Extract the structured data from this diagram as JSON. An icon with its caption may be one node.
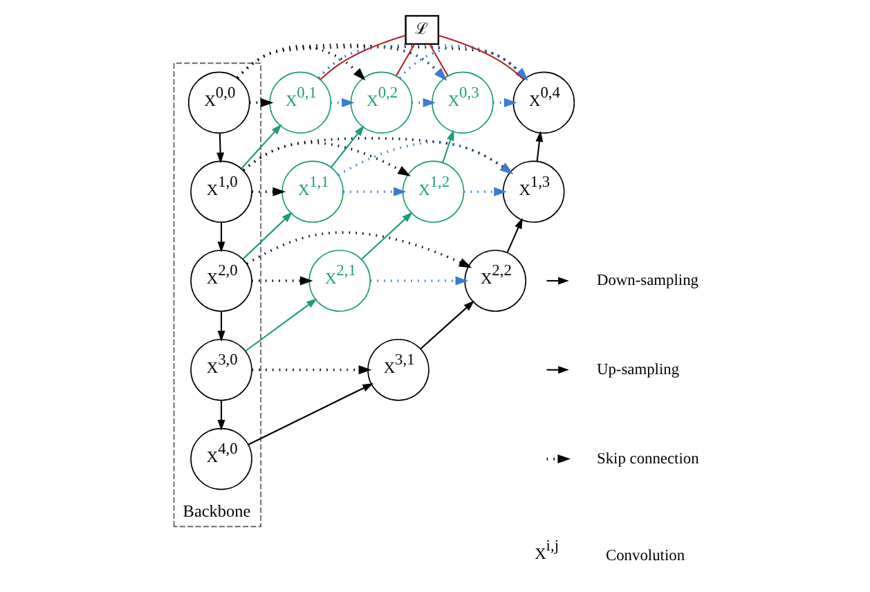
{
  "diagram": {
    "nodes": [
      {
        "text": [
          "Backbone"
        ]
      },
      {
        "text": [
          "X$^{0,0}$"
        ],
        "in": 0
      },
      {
        "text": [
          "X$^{1,0}$"
        ],
        "in": 0
      },
      {
        "text": [
          "X$^{2,0}$"
        ],
        "in": 0
      },
      {
        "text": [
          "X$^{3,0}$"
        ],
        "in": 0
      },
      {
        "text": [
          "X$^{4,0}$"
        ],
        "in": 0
      },
      {
        "text": [
          "X$^{0,1}$"
        ]
      },
      {
        "text": [
          "X$^{1,1}$"
        ]
      },
      {
        "text": [
          "X$^{2,1}$"
        ]
      },
      {
        "text": [
          "X$^{3,1}$"
        ]
      },
      {
        "text": [
          "X$^{0,2}$"
        ]
      },
      {
        "text": [
          "X$^{1,2}$"
        ]
      },
      {
        "text": [
          "X$^{2,2}$"
        ]
      },
      {
        "text": [
          "X$^{0,3}$"
        ]
      },
      {
        "text": [
          "X$^{1,3}$"
        ]
      },
      {
        "text": [
          "X$^{0,4}$"
        ]
      },
      {
        "text": [
          "ℒ"
        ]
      }
    ],
    "edges": [
      {
        "from": 1,
        "to": 2,
        "arrow": "to"
      },
      {
        "from": 2,
        "to": 3,
        "arrow": "to"
      },
      {
        "from": 3,
        "to": 4,
        "arrow": "to"
      },
      {
        "from": 4,
        "to": 5,
        "arrow": "to"
      },
      {
        "from": 2,
        "to": 6,
        "arrow": "to",
        "color": "#1f9e6e"
      },
      {
        "from": 3,
        "to": 7,
        "arrow": "to",
        "color": "#1f9e6e"
      },
      {
        "from": 4,
        "to": 8,
        "arrow": "to",
        "color": "#1f9e6e"
      },
      {
        "from": 5,
        "to": 9,
        "arrow": "to"
      },
      {
        "from": 7,
        "to": 10,
        "arrow": "to",
        "color": "#1f9e6e"
      },
      {
        "from": 8,
        "to": 11,
        "arrow": "to",
        "color": "#1f9e6e"
      },
      {
        "from": 9,
        "to": 12,
        "arrow": "to"
      },
      {
        "from": 11,
        "to": 13,
        "arrow": "to",
        "color": "#1f9e6e"
      },
      {
        "from": 12,
        "to": 14,
        "arrow": "to"
      },
      {
        "from": 14,
        "to": 15,
        "arrow": "to"
      },
      {
        "from": 1,
        "to": 6,
        "arrow": "to",
        "style": "dashed"
      },
      {
        "from": 1,
        "to": 10,
        "arrow": "to",
        "style": "dashed"
      },
      {
        "from": 1,
        "to": 13,
        "arrow": "to",
        "style": "dashed"
      },
      {
        "from": 1,
        "to": 15,
        "arrow": "to",
        "style": "dashed"
      },
      {
        "from": 6,
        "to": 10,
        "arrow": "to",
        "style": "dashed",
        "color": "#3a7bd5"
      },
      {
        "from": 6,
        "to": 13,
        "arrow": "to",
        "style": "dashed",
        "color": "#3a7bd5"
      },
      {
        "from": 6,
        "to": 15,
        "arrow": "to",
        "style": "dashed",
        "color": "#3a7bd5"
      },
      {
        "from": 10,
        "to": 13,
        "arrow": "to",
        "style": "dashed",
        "color": "#3a7bd5"
      },
      {
        "from": 10,
        "to": 15,
        "arrow": "to",
        "style": "dashed",
        "color": "#3a7bd5"
      },
      {
        "from": 13,
        "to": 15,
        "arrow": "to",
        "style": "dashed",
        "color": "#3a7bd5"
      },
      {
        "from": 2,
        "to": 7,
        "arrow": "to",
        "style": "dashed"
      },
      {
        "from": 2,
        "to": 11,
        "arrow": "to",
        "style": "dashed"
      },
      {
        "from": 2,
        "to": 14,
        "arrow": "to",
        "style": "dashed"
      },
      {
        "from": 7,
        "to": 11,
        "arrow": "to",
        "style": "dashed",
        "color": "#3a7bd5"
      },
      {
        "from": 7,
        "to": 14,
        "arrow": "to",
        "style": "dashed",
        "color": "#3a7bd5"
      },
      {
        "from": 11,
        "to": 14,
        "arrow": "to",
        "style": "dashed",
        "color": "#3a7bd5"
      },
      {
        "from": 3,
        "to": 8,
        "arrow": "to",
        "style": "dashed"
      },
      {
        "from": 3,
        "to": 12,
        "arrow": "to",
        "style": "dashed"
      },
      {
        "from": 8,
        "to": 12,
        "arrow": "to",
        "style": "dashed",
        "color": "#3a7bd5"
      },
      {
        "from": 4,
        "to": 9,
        "arrow": "to",
        "style": "dashed"
      },
      {
        "from": 16,
        "to": 6,
        "arrow": "none",
        "color": "#b22222"
      },
      {
        "from": 16,
        "to": 10,
        "arrow": "none",
        "color": "#b22222"
      },
      {
        "from": 16,
        "to": 13,
        "arrow": "none",
        "color": "#b22222"
      },
      {
        "from": 16,
        "to": 15,
        "arrow": "none",
        "color": "#b22222"
      }
    ],
    "labels": [
      "X$^{i,j}$"
    ],
    "legend": [
      {
        "text": "Down-sampling"
      },
      {
        "text": "Up-sampling"
      },
      {
        "text": "Skip connection"
      },
      {
        "text": "Convolution"
      }
    ]
  }
}
